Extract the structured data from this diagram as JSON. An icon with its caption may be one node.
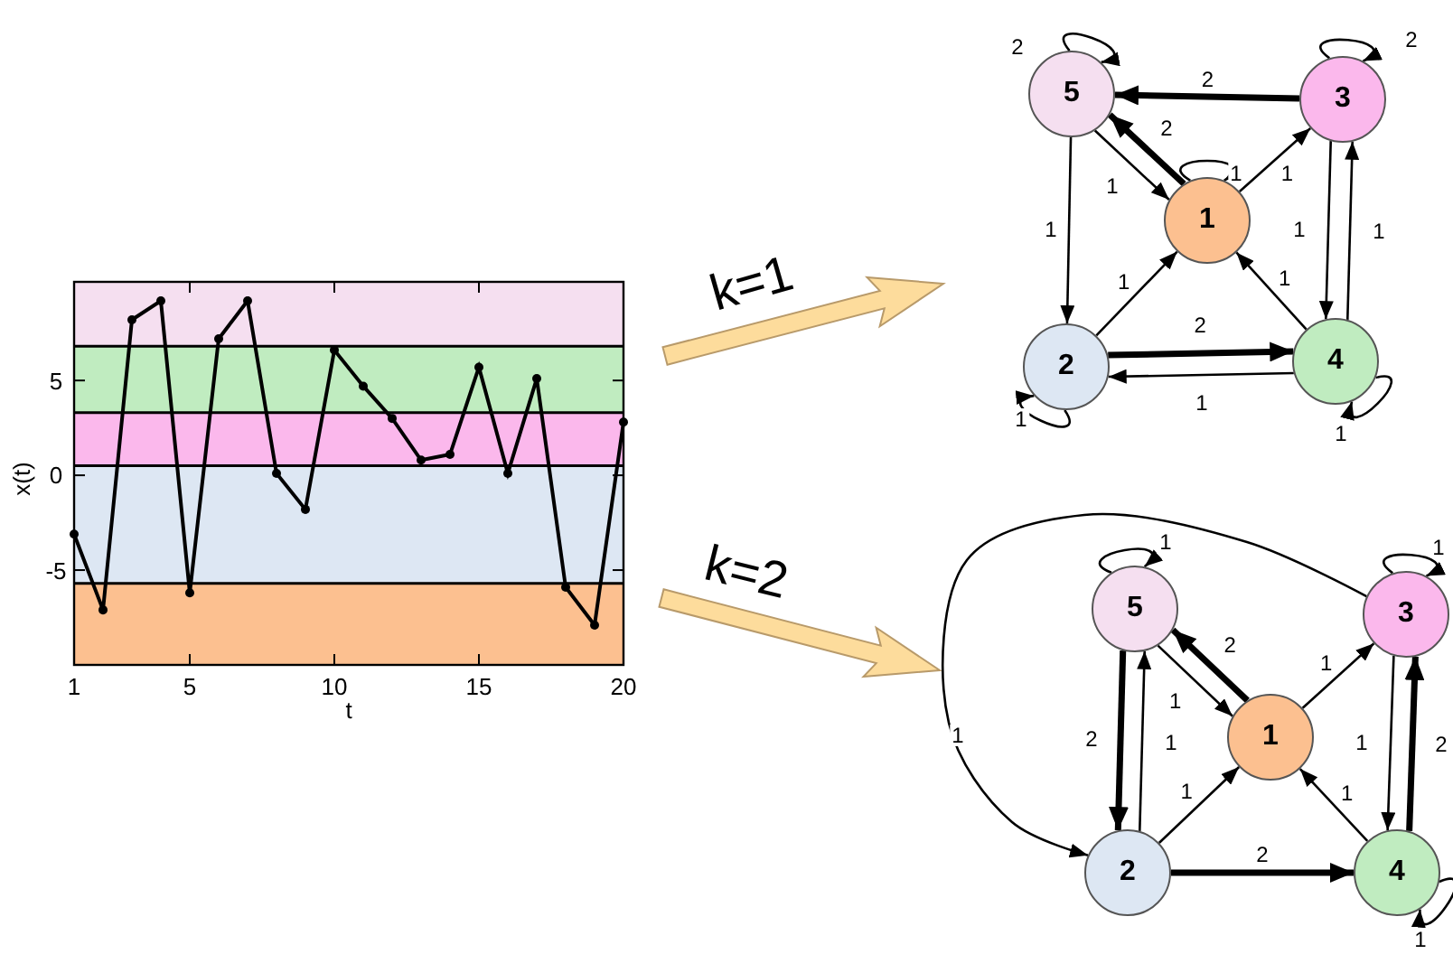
{
  "diagram": {
    "nodes": [
      {
        "text": [
          "5"
        ]
      },
      {
        "text": [
          "3"
        ]
      },
      {
        "text": [
          "1"
        ]
      },
      {
        "text": [
          "2"
        ]
      },
      {
        "text": [
          "4"
        ]
      },
      {
        "text": [
          "5"
        ]
      },
      {
        "text": [
          "3"
        ]
      },
      {
        "text": [
          "1"
        ]
      },
      {
        "text": [
          "2"
        ]
      },
      {
        "text": [
          "4"
        ]
      }
    ],
    "edges": [
      {
        "from": 0,
        "to": 0,
        "arrow": "to",
        "label": "2"
      },
      {
        "from": 1,
        "to": 1,
        "arrow": "to",
        "label": "2"
      },
      {
        "from": 1,
        "to": 0,
        "arrow": "to",
        "label": "2",
        "style": "thick"
      },
      {
        "from": 2,
        "to": 0,
        "arrow": "to",
        "label": "2",
        "style": "thick"
      },
      {
        "from": 0,
        "to": 2,
        "arrow": "to",
        "label": "1"
      },
      {
        "from": 2,
        "to": 2,
        "arrow": "to",
        "label": "1"
      },
      {
        "from": 2,
        "to": 1,
        "arrow": "to",
        "label": "1"
      },
      {
        "from": 0,
        "to": 3,
        "arrow": "to",
        "label": "1"
      },
      {
        "from": 3,
        "to": 2,
        "arrow": "to",
        "label": "1"
      },
      {
        "from": 1,
        "to": 4,
        "arrow": "to",
        "label": "1"
      },
      {
        "from": 4,
        "to": 1,
        "arrow": "to",
        "label": "1"
      },
      {
        "from": 4,
        "to": 2,
        "arrow": "to",
        "label": "1"
      },
      {
        "from": 3,
        "to": 4,
        "arrow": "to",
        "label": "2",
        "style": "thick"
      },
      {
        "from": 4,
        "to": 3,
        "arrow": "to",
        "label": "1"
      },
      {
        "from": 3,
        "to": 3,
        "arrow": "to",
        "label": "1"
      },
      {
        "from": 4,
        "to": 4,
        "arrow": "to",
        "label": "1"
      },
      {
        "from": 5,
        "to": 5,
        "arrow": "to",
        "label": "1"
      },
      {
        "from": 6,
        "to": 6,
        "arrow": "to",
        "label": "1"
      },
      {
        "from": 6,
        "to": 8,
        "arrow": "to",
        "label": "1"
      },
      {
        "from": 7,
        "to": 5,
        "arrow": "to",
        "label": "2",
        "style": "thick"
      },
      {
        "from": 5,
        "to": 7,
        "arrow": "to",
        "label": "1"
      },
      {
        "from": 7,
        "to": 6,
        "arrow": "to",
        "label": "1"
      },
      {
        "from": 5,
        "to": 8,
        "arrow": "to",
        "label": "2",
        "style": "thick"
      },
      {
        "from": 8,
        "to": 5,
        "arrow": "to",
        "label": "1"
      },
      {
        "from": 8,
        "to": 7,
        "arrow": "to",
        "label": "1"
      },
      {
        "from": 6,
        "to": 9,
        "arrow": "to",
        "label": "1"
      },
      {
        "from": 9,
        "to": 6,
        "arrow": "to",
        "label": "2",
        "style": "thick"
      },
      {
        "from": 9,
        "to": 7,
        "arrow": "to",
        "label": "1"
      },
      {
        "from": 8,
        "to": 9,
        "arrow": "to",
        "label": "2",
        "style": "thick"
      },
      {
        "from": 9,
        "to": 9,
        "arrow": "to",
        "label": "1"
      }
    ],
    "labels": [
      "k=1",
      "k=2"
    ],
    "chart_data": {
      "type": "line",
      "xlabel": "t",
      "ylabel": "x(t)",
      "x": [
        1,
        2,
        3,
        4,
        5,
        6,
        7,
        8,
        9,
        10,
        11,
        12,
        13,
        14,
        15,
        16,
        17,
        18,
        19,
        20
      ],
      "series": [
        {
          "color": "#000000",
          "marker": "circle",
          "values": [
            -3.1,
            -7.1,
            8.2,
            9.2,
            -6.2,
            7.2,
            9.2,
            0.1,
            -1.8,
            6.6,
            4.7,
            3.0,
            0.8,
            1.1,
            5.7,
            0.1,
            5.1,
            -5.9,
            -7.9,
            2.8
          ]
        }
      ],
      "xlim": [
        1,
        20
      ],
      "ylim": [
        -10,
        10.2
      ],
      "xticks": [
        1,
        5,
        10,
        15,
        20
      ],
      "yticks": [
        -5,
        0,
        5
      ]
    }
  }
}
